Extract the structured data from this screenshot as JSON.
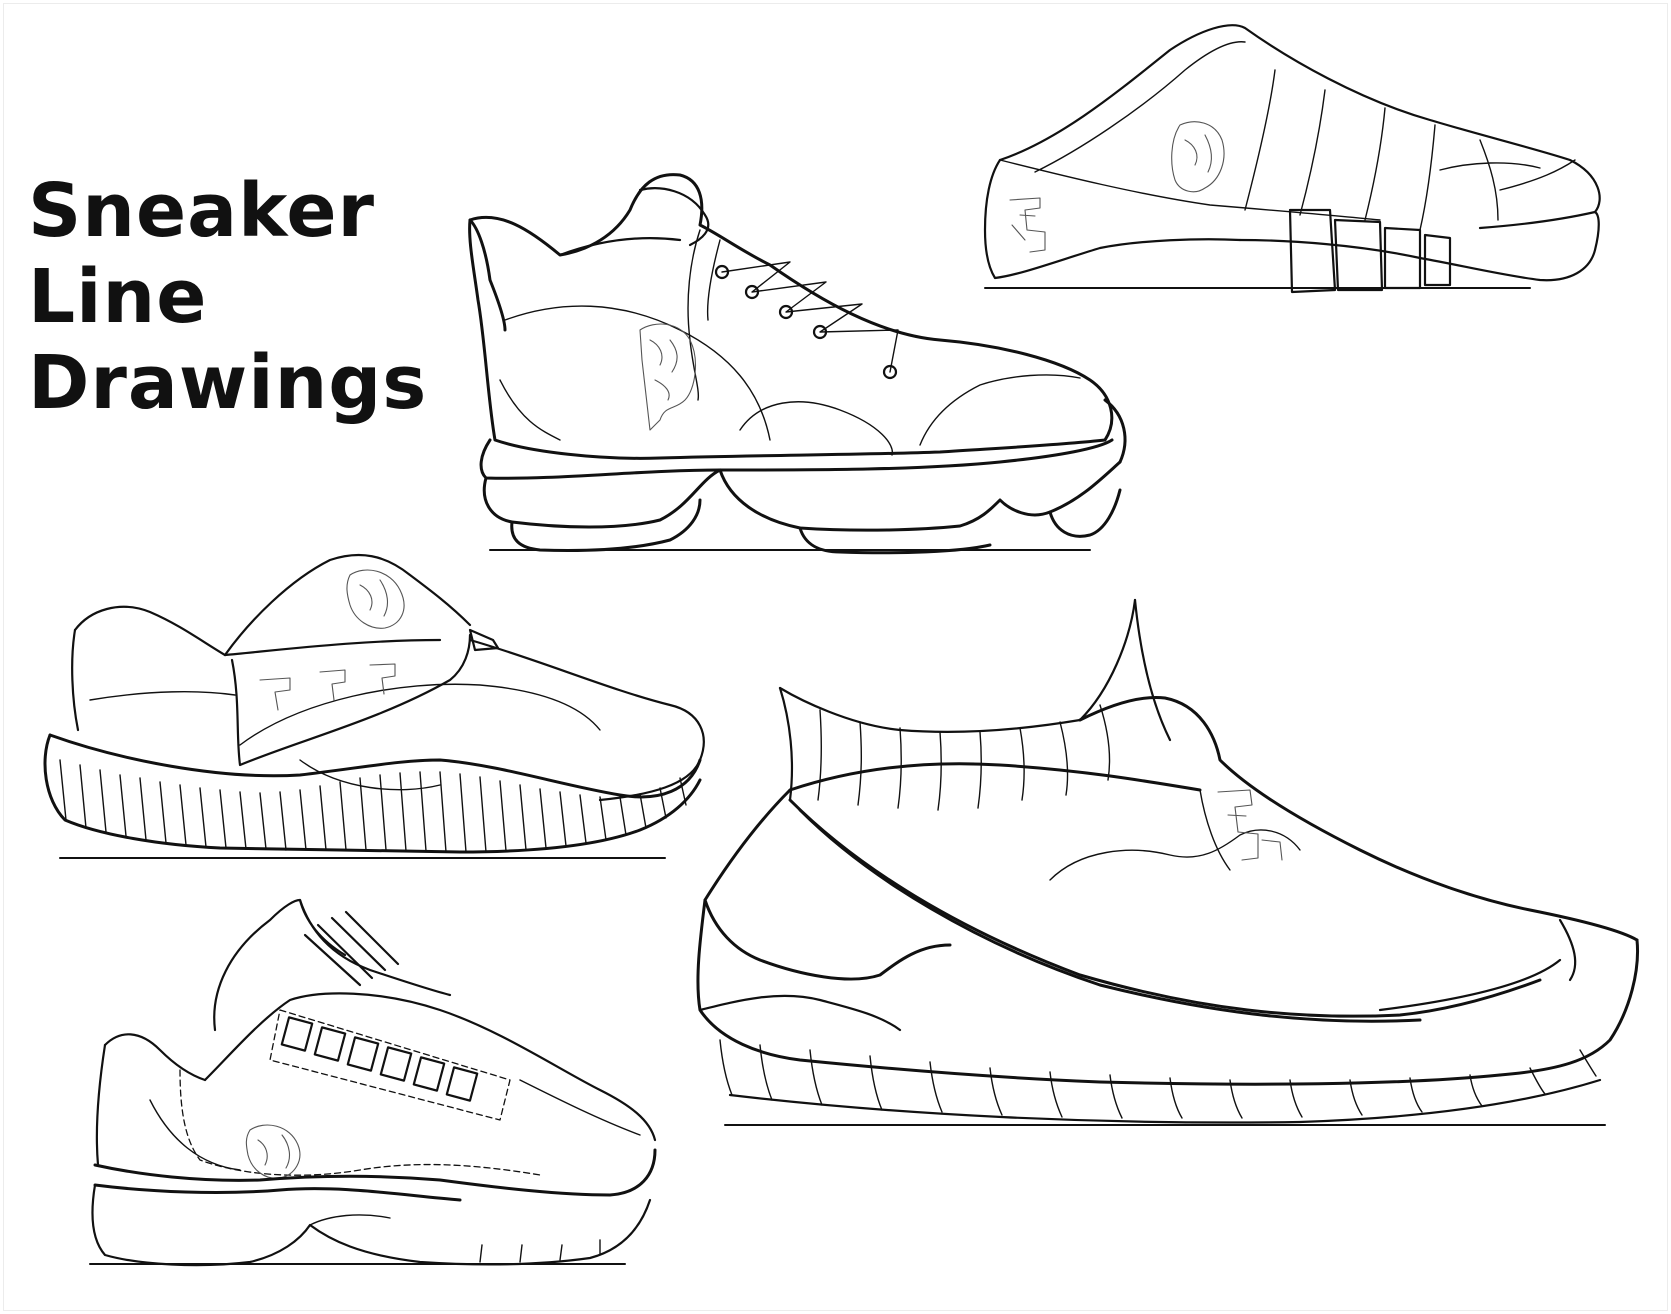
{
  "title": {
    "line1": "Sneaker",
    "line2": "Line",
    "line3": "Drawings"
  },
  "colors": {
    "background": "#ffffff",
    "ink": "#111111",
    "logo_ink": "#555555"
  }
}
